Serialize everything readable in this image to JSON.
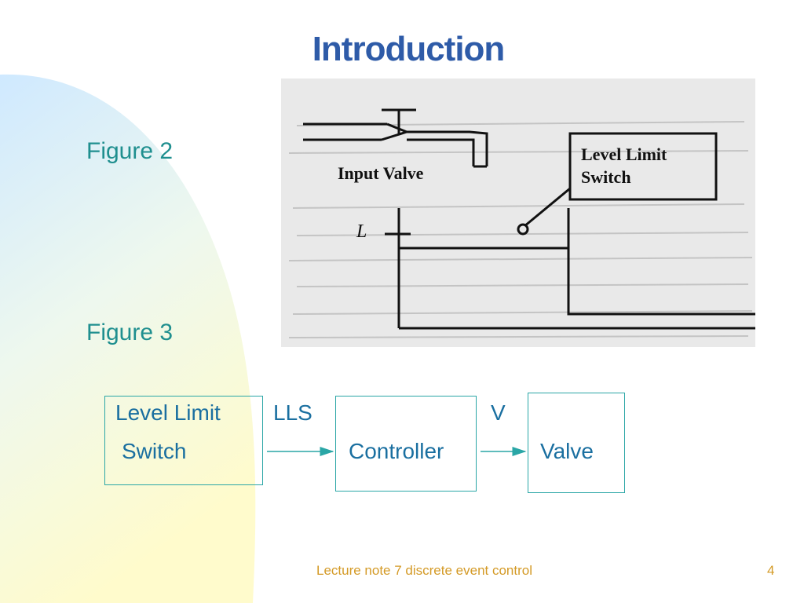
{
  "slide": {
    "title": "Introduction",
    "figure2_label": "Figure 2",
    "figure3_label": "Figure 3"
  },
  "scanned_figure": {
    "input_valve_label": "Input Valve",
    "level_limit_label_line1": "Level Limit",
    "level_limit_label_line2": "Switch",
    "level_symbol": "L"
  },
  "block_diagram": {
    "lls_block_line1": "Level Limit",
    "lls_block_line2": "Switch",
    "lls_signal": "LLS",
    "controller_block": "Controller",
    "v_signal": "V",
    "valve_block": "Valve"
  },
  "footer": {
    "text": "Lecture note 7 discrete event control",
    "page_number": "4"
  },
  "colors": {
    "title": "#2e5ba8",
    "figure_label": "#1f8f8f",
    "box_border": "#2aa6a6",
    "box_text": "#1a6fa0",
    "footer": "#d49a26"
  }
}
